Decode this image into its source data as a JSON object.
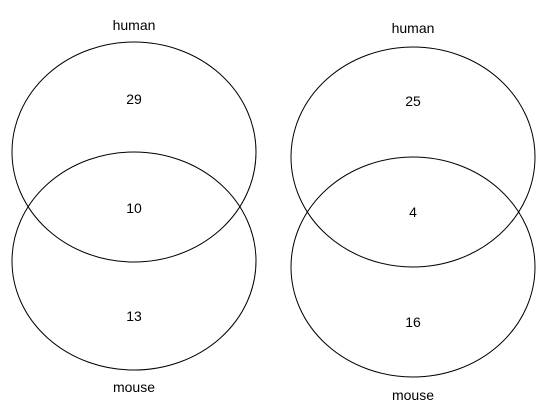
{
  "diagrams": [
    {
      "top_set": {
        "label": "human"
      },
      "bottom_set": {
        "label": "mouse"
      },
      "regions": {
        "top_only": "29",
        "intersection": "10",
        "bottom_only": "13"
      }
    },
    {
      "top_set": {
        "label": "human"
      },
      "bottom_set": {
        "label": "mouse"
      },
      "regions": {
        "top_only": "25",
        "intersection": "4",
        "bottom_only": "16"
      }
    }
  ],
  "colors": {
    "stroke": "#000000",
    "text": "#000000",
    "background": "#ffffff"
  }
}
